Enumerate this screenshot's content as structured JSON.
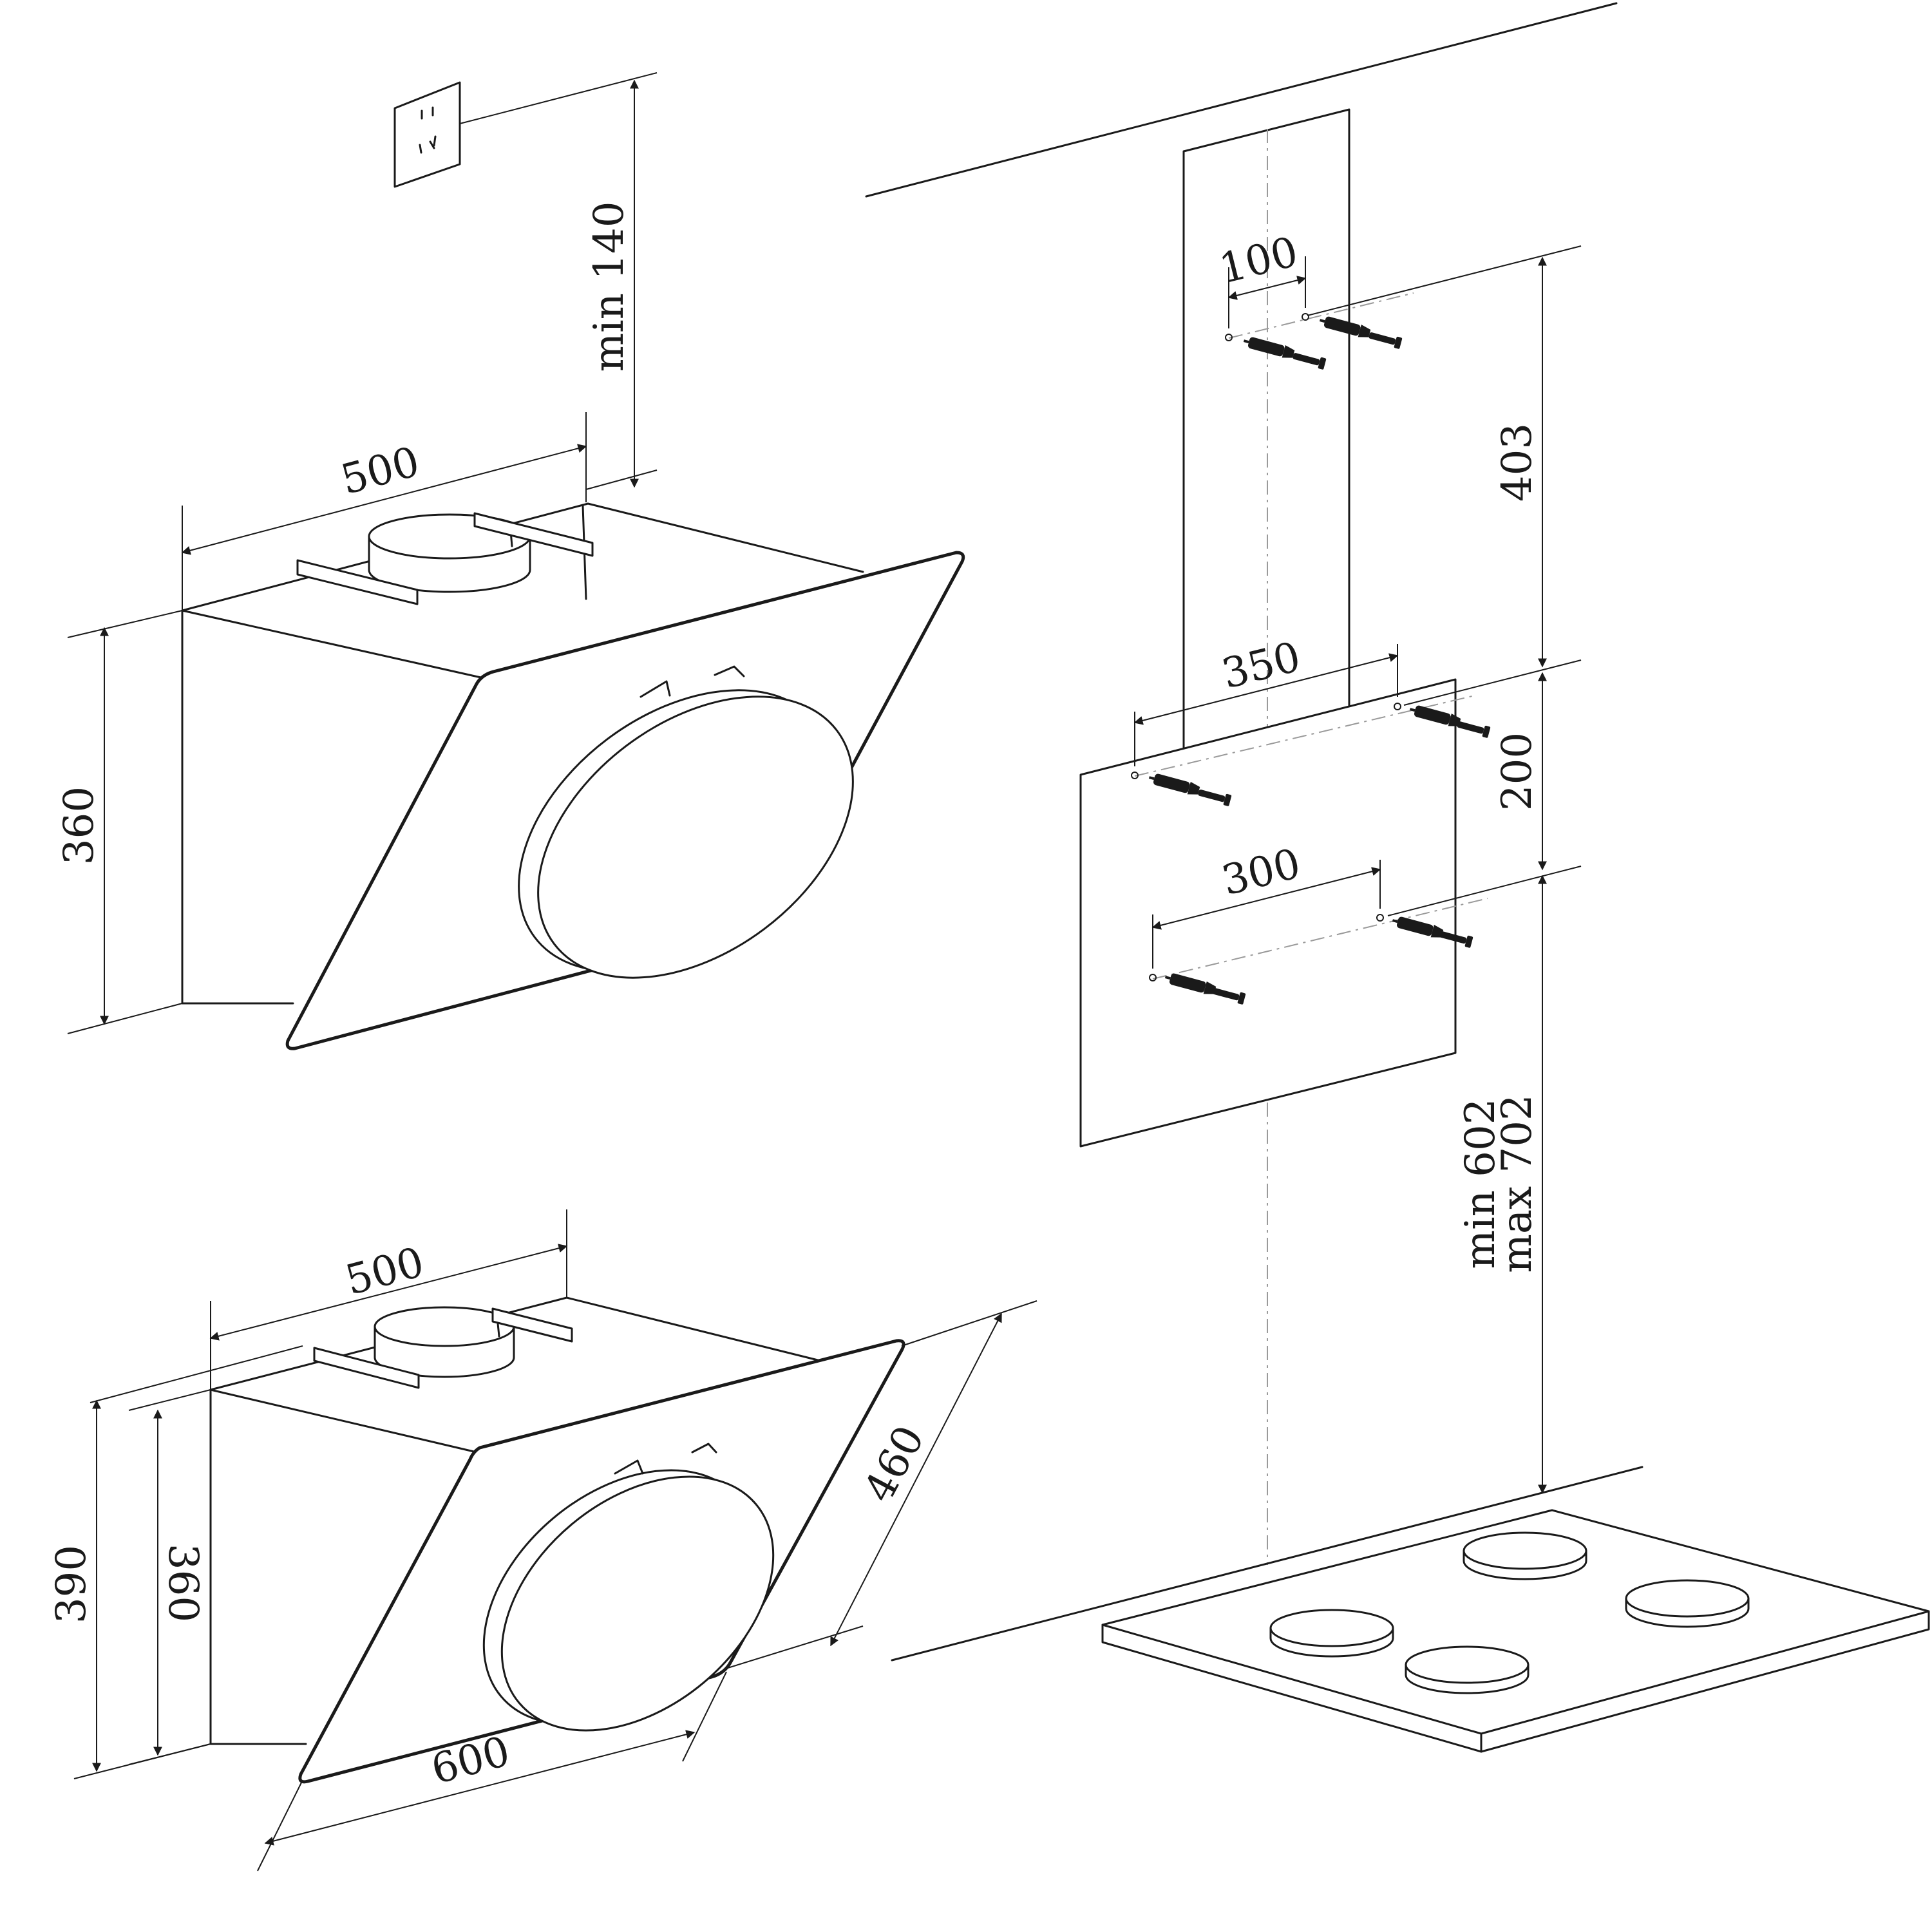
{
  "diagram": {
    "title": "",
    "dimensions": {
      "socket_clearance": "min 140",
      "top_hood_width": "500",
      "top_hood_height": "360",
      "bottom_hood_width": "500",
      "bottom_hood_total_height": "390",
      "bottom_hood_body_height": "360",
      "glass_panel_height": "460",
      "glass_panel_width": "600",
      "upper_screw_spacing": "100",
      "chimney_bracket_height": "403",
      "mid_screw_spacing": "350",
      "bracket_spacing": "200",
      "lower_screw_spacing": "300",
      "cooktop_clearance_min": "min 602",
      "cooktop_clearance_max": "max 702"
    },
    "components": [
      "power socket",
      "wall",
      "cooker hood",
      "chimney cover",
      "mounting plate",
      "wall plugs",
      "screws",
      "hob",
      "cooking zones"
    ],
    "colors": {
      "line": "#1a1a1a",
      "centerline": "#9a9a9a",
      "background": "#ffffff"
    }
  }
}
